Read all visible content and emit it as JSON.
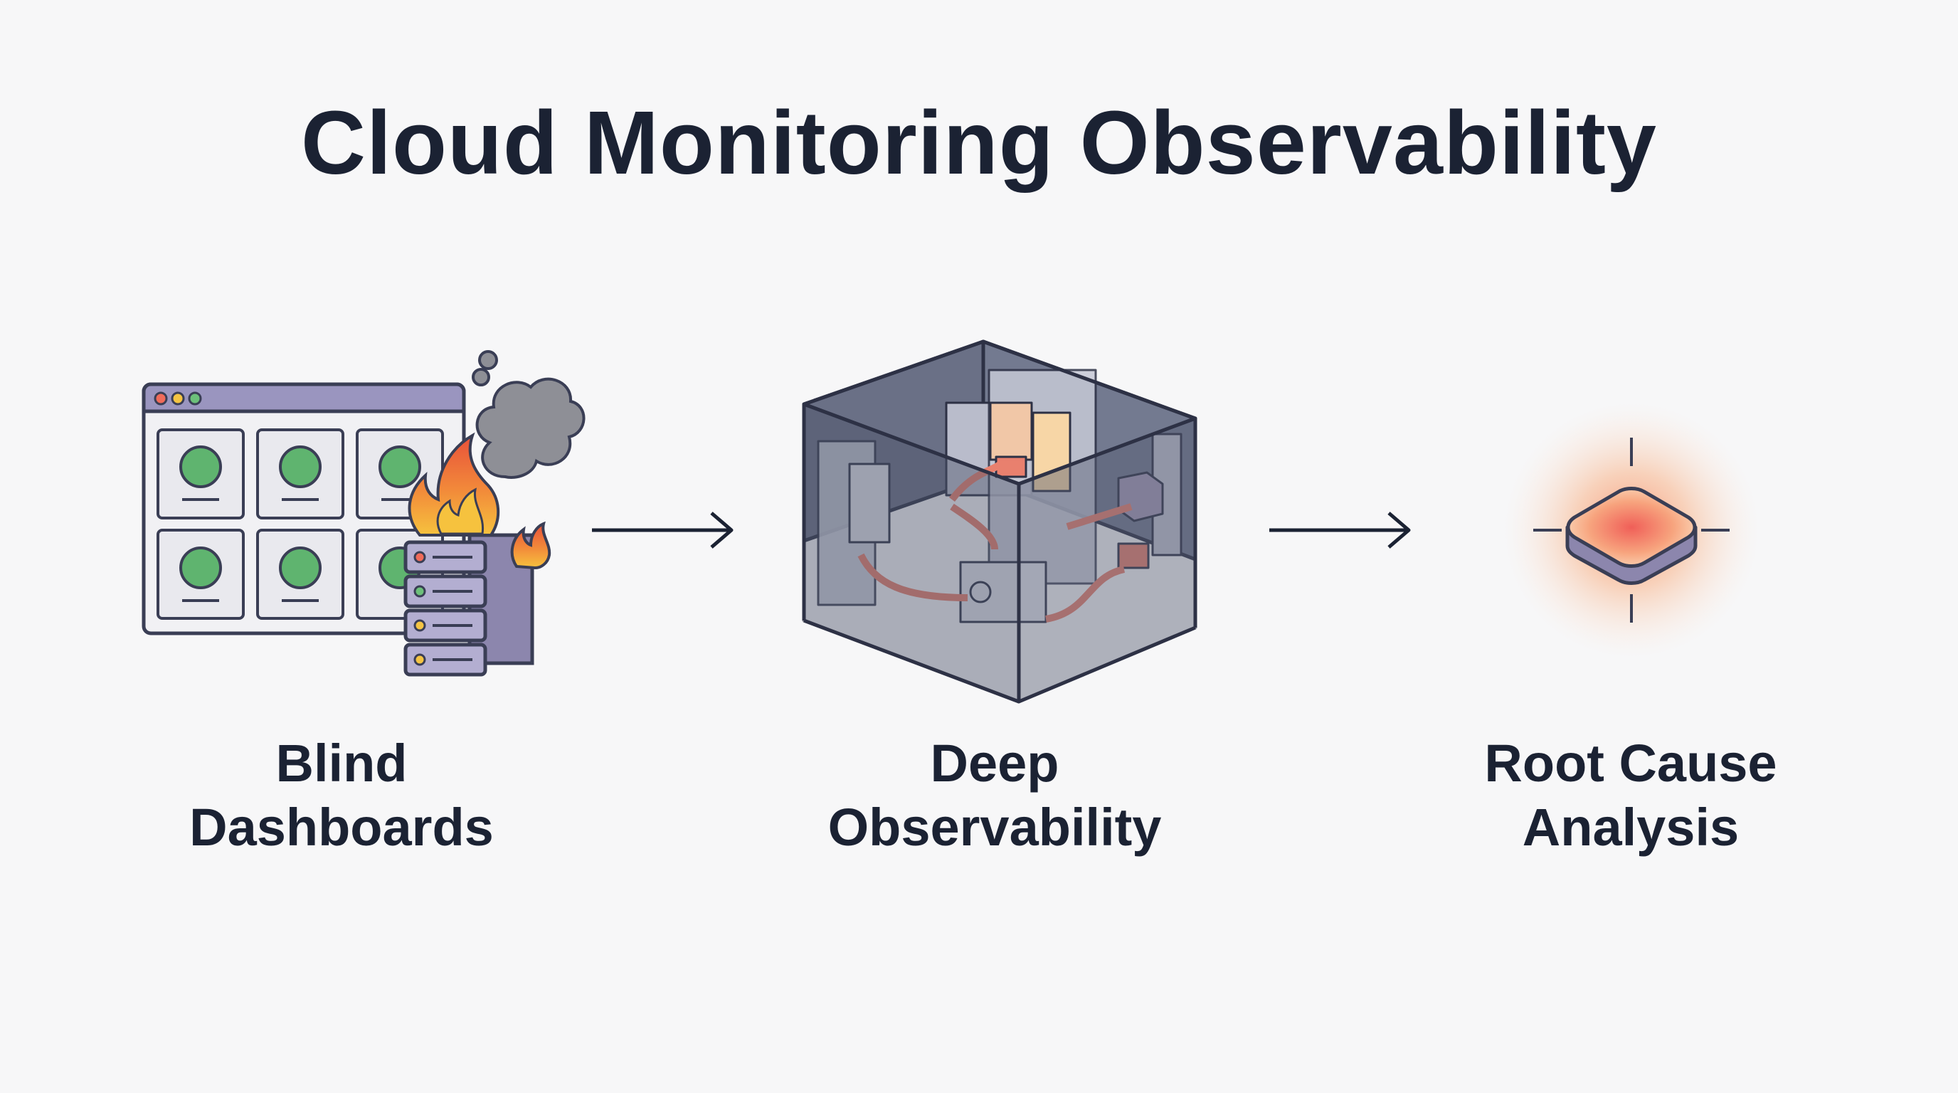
{
  "title": "Cloud Monitoring Observability",
  "stages": [
    {
      "line1": "Blind",
      "line2": "Dashboards"
    },
    {
      "line1": "Deep",
      "line2": "Observability"
    },
    {
      "line1": "Root Cause",
      "line2": "Analysis"
    }
  ],
  "colors": {
    "text": "#1b2233",
    "outline": "#3a3e55",
    "panel_purple": "#9a95bf",
    "status_green": "#5fb46f",
    "flame_orange": "#f07a3a",
    "flame_yellow": "#f6c23e",
    "smoke_gray": "#8e8f96",
    "cube_slate": "#565d73",
    "arrow_salmon": "#e9806e",
    "glow_red": "#f26a5f"
  }
}
